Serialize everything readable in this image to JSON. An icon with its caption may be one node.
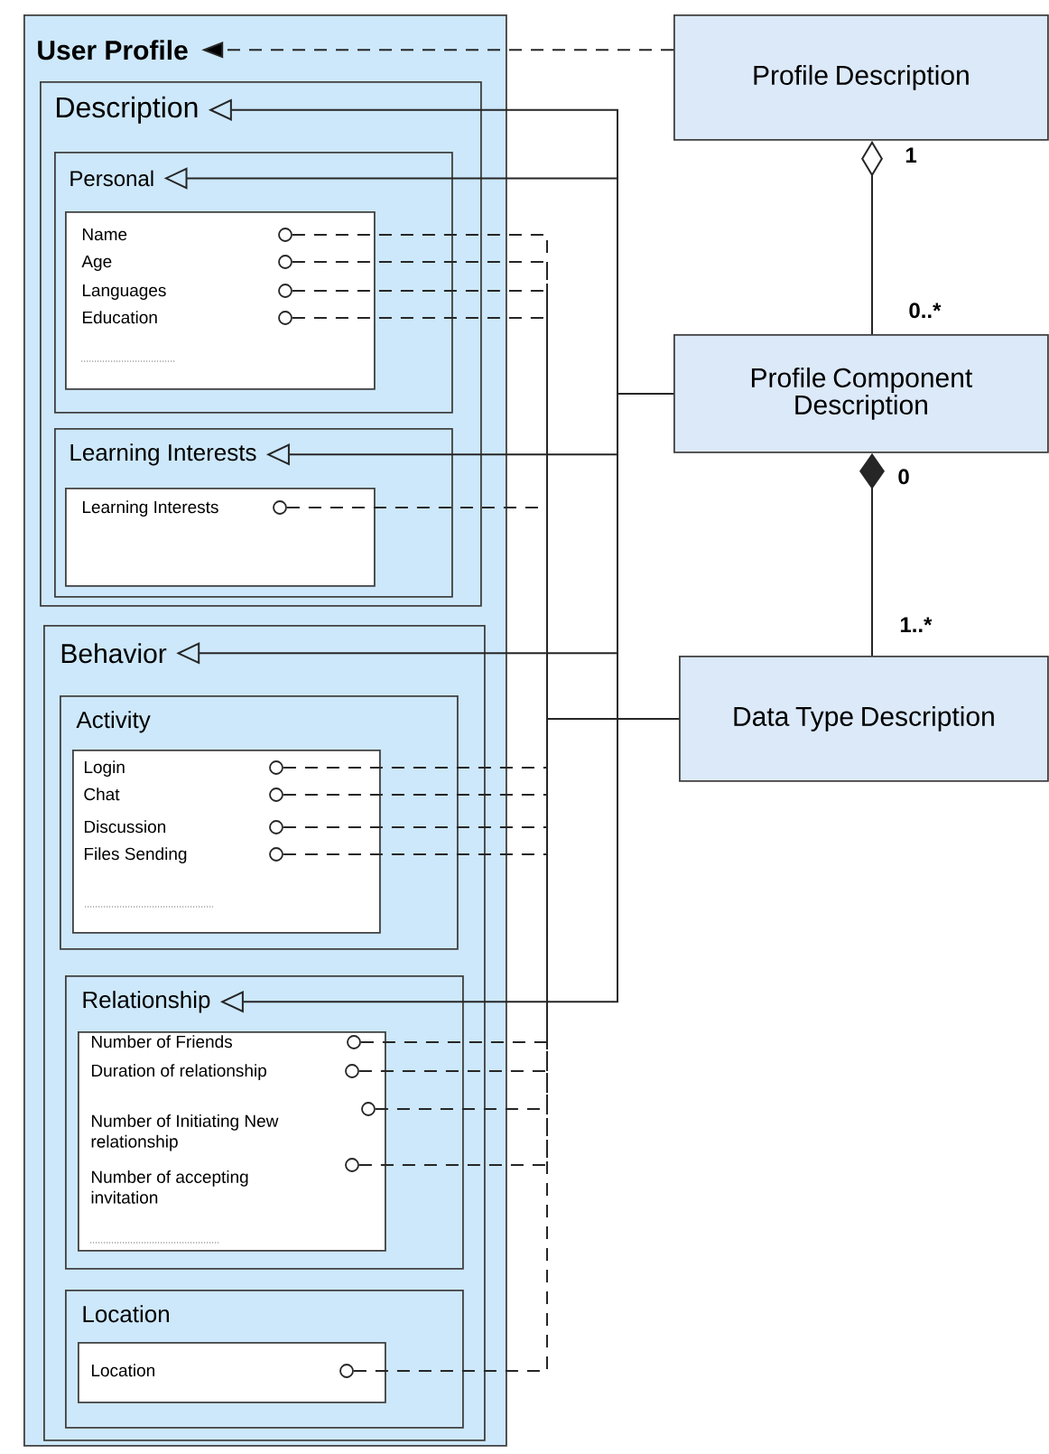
{
  "diagram": {
    "nodes": [
      {
        "text": [
          "User Profile"
        ]
      },
      {
        "text": [
          "Description"
        ],
        "in": 0
      },
      {
        "text": [
          "Personal"
        ],
        "in": 1
      },
      {
        "text": [
          "Name",
          "Age",
          "Languages",
          "Education"
        ],
        "in": 2
      },
      {
        "text": [],
        "shape": "circle",
        "in": 3
      },
      {
        "text": [],
        "shape": "circle",
        "in": 3
      },
      {
        "text": [],
        "shape": "circle",
        "in": 3
      },
      {
        "text": [],
        "shape": "circle",
        "in": 3
      },
      {
        "text": [
          "Learning Interests"
        ],
        "in": 1
      },
      {
        "text": [
          "Learning Interests"
        ],
        "in": 8
      },
      {
        "text": [],
        "shape": "circle",
        "in": 9
      },
      {
        "text": [
          "Behavior"
        ],
        "in": 0
      },
      {
        "text": [
          "Activity"
        ],
        "in": 11
      },
      {
        "text": [
          "Login",
          "Chat",
          "Discussion",
          "Files Sending"
        ],
        "in": 12
      },
      {
        "text": [],
        "shape": "circle",
        "in": 13
      },
      {
        "text": [],
        "shape": "circle",
        "in": 13
      },
      {
        "text": [],
        "shape": "circle",
        "in": 13
      },
      {
        "text": [],
        "shape": "circle",
        "in": 13
      },
      {
        "text": [
          "Relationship"
        ],
        "in": 11
      },
      {
        "text": [
          "Number of Friends",
          "Duration of relationship",
          "Number of Initiating New relationship",
          "Number of accepting invitation"
        ],
        "in": 18
      },
      {
        "text": [],
        "shape": "circle",
        "in": 19
      },
      {
        "text": [],
        "shape": "circle",
        "in": 19
      },
      {
        "text": [],
        "shape": "circle",
        "in": 19
      },
      {
        "text": [],
        "shape": "circle",
        "in": 19
      },
      {
        "text": [
          "Location"
        ],
        "in": 11
      },
      {
        "text": [
          "Location"
        ],
        "in": 24
      },
      {
        "text": [],
        "shape": "circle",
        "in": 25
      },
      {
        "text": [
          "Profile Description"
        ]
      },
      {
        "text": [
          "Profile Component Description"
        ]
      },
      {
        "text": [
          "Data Type Description"
        ]
      }
    ],
    "edges": [
      {
        "from": 27,
        "to": 0,
        "arrow": "to",
        "style": "dashed"
      },
      {
        "from": 27,
        "to": 28,
        "arrow": "other"
      },
      {
        "from": 28,
        "to": 29,
        "arrow": "other"
      },
      {
        "from": 28,
        "to": 1,
        "arrow": "to"
      },
      {
        "from": 28,
        "to": 2,
        "arrow": "to"
      },
      {
        "from": 28,
        "to": 8,
        "arrow": "to"
      },
      {
        "from": 28,
        "to": 11,
        "arrow": "to"
      },
      {
        "from": 28,
        "to": 18,
        "arrow": "to"
      },
      {
        "from": 4,
        "to": 29,
        "arrow": "none",
        "style": "dashed"
      },
      {
        "from": 5,
        "to": 29,
        "arrow": "none",
        "style": "dashed"
      },
      {
        "from": 6,
        "to": 29,
        "arrow": "none",
        "style": "dashed"
      },
      {
        "from": 7,
        "to": 29,
        "arrow": "none",
        "style": "dashed"
      },
      {
        "from": 10,
        "to": 29,
        "arrow": "none",
        "style": "dashed"
      },
      {
        "from": 14,
        "to": 29,
        "arrow": "none",
        "style": "dashed"
      },
      {
        "from": 15,
        "to": 29,
        "arrow": "none",
        "style": "dashed"
      },
      {
        "from": 16,
        "to": 29,
        "arrow": "none",
        "style": "dashed"
      },
      {
        "from": 17,
        "to": 29,
        "arrow": "none",
        "style": "dashed"
      },
      {
        "from": 20,
        "to": 29,
        "arrow": "none",
        "style": "dashed"
      },
      {
        "from": 21,
        "to": 29,
        "arrow": "none",
        "style": "dashed"
      },
      {
        "from": 22,
        "to": 29,
        "arrow": "none",
        "style": "dashed"
      },
      {
        "from": 23,
        "to": 29,
        "arrow": "none",
        "style": "dashed"
      },
      {
        "from": 26,
        "to": 29,
        "arrow": "none",
        "style": "dashed"
      }
    ],
    "labels": [
      "1",
      "0..*",
      "0",
      "1..*"
    ]
  }
}
